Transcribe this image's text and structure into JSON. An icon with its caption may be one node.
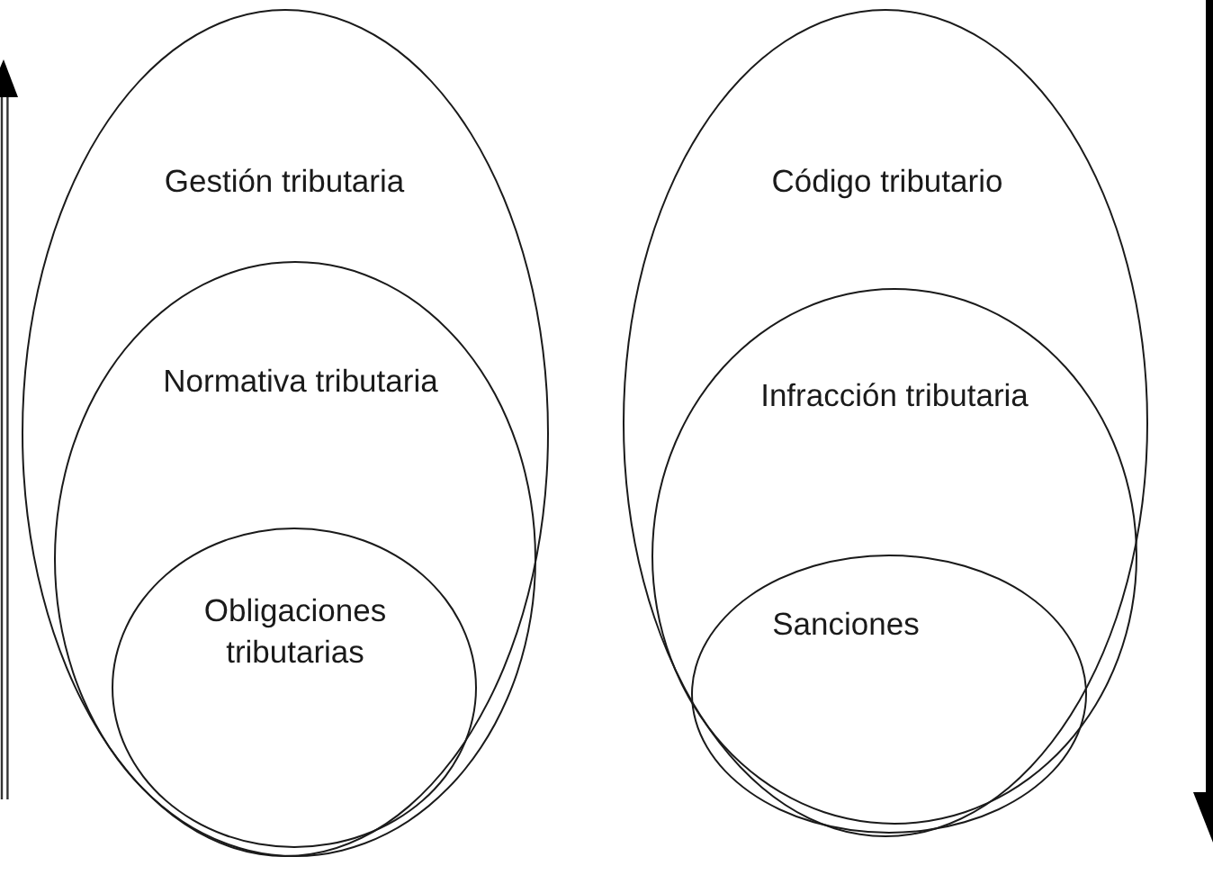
{
  "diagram": {
    "nodes": [
      {
        "text": [
          "Gestión tributaria"
        ]
      },
      {
        "text": [
          "Normativa tributaria"
        ],
        "in": 0
      },
      {
        "text": [
          "Obligaciones tributarias"
        ],
        "in": 1
      },
      {
        "text": [
          "Código tributario"
        ]
      },
      {
        "text": [
          "Infracción tributaria"
        ],
        "in": 3
      },
      {
        "text": [
          "Sanciones"
        ],
        "in": 4
      }
    ]
  }
}
